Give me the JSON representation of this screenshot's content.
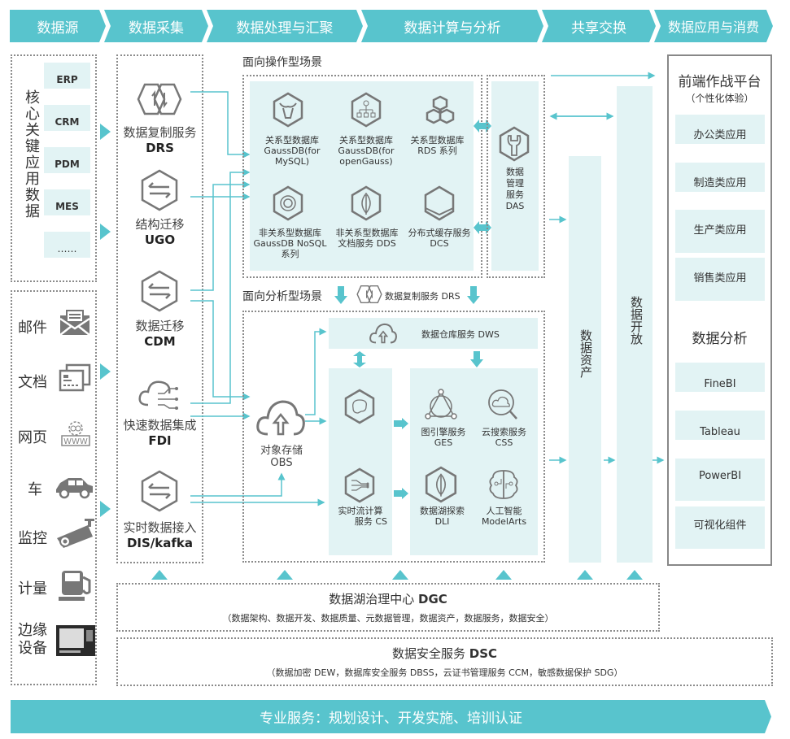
{
  "header": {
    "stages": [
      "数据源",
      "数据采集",
      "数据处理与汇聚",
      "数据计算与分析",
      "共享交换",
      "数据应用与消费"
    ]
  },
  "data_sources": {
    "core_apps": {
      "title": "核心关键应用数据",
      "items": [
        "ERP",
        "CRM",
        "PDM",
        "MES",
        "……"
      ]
    },
    "other_sources": [
      {
        "label": "邮件",
        "icon": "mail-icon"
      },
      {
        "label": "文档",
        "icon": "document-icon"
      },
      {
        "label": "网页",
        "icon": "web-page-icon"
      },
      {
        "label": "车",
        "icon": "car-icon"
      },
      {
        "label": "监控",
        "icon": "surveillance-camera-icon"
      },
      {
        "label": "计量",
        "icon": "fuel-meter-icon"
      },
      {
        "label": "边缘设备",
        "icon": "edge-device-icon"
      }
    ]
  },
  "collection": {
    "services": [
      {
        "name": "数据复制服务",
        "code": "DRS",
        "icon": "replication-icon"
      },
      {
        "name": "结构迁移",
        "code": "UGO",
        "icon": "migration-icon"
      },
      {
        "name": "数据迁移",
        "code": "CDM",
        "icon": "migration-icon"
      },
      {
        "name": "快速数据集成",
        "code": "FDI",
        "icon": "cloud-integration-icon"
      },
      {
        "name": "实时数据接入",
        "code": "DIS/kafka",
        "icon": "migration-icon"
      }
    ]
  },
  "operational": {
    "title": "面向操作型场景",
    "databases": [
      {
        "line1": "关系型数据库",
        "line2": "GaussDB(for",
        "line3": "MySQL)",
        "icon": "bull-icon"
      },
      {
        "line1": "关系型数据库",
        "line2": "GaussDB(for",
        "line3": "openGauss)",
        "icon": "hierarchy-icon"
      },
      {
        "line1": "关系型数据库",
        "line2": "RDS 系列",
        "line3": "",
        "icon": "hexagons-icon"
      },
      {
        "line1": "非关系型数据库",
        "line2": "GaussDB NoSQL",
        "line3": "系列",
        "icon": "spiral-icon"
      },
      {
        "line1": "非关系型数据库",
        "line2": "文档服务 DDS",
        "line3": "",
        "icon": "leaf-icon"
      },
      {
        "line1": "分布式缓存服务",
        "line2": "DCS",
        "line3": "",
        "icon": "cache-icon"
      }
    ],
    "das": {
      "lines": [
        "数据",
        "管理",
        "服务",
        "DAS"
      ],
      "icon": "wrench-icon"
    }
  },
  "analytical": {
    "title": "面向分析型场景",
    "drs_label": "数据复制服务 DRS",
    "obs": {
      "name": "对象存储",
      "code": "OBS"
    },
    "dws": "数据仓库服务 DWS",
    "cs": {
      "line1": "实时流计算",
      "line2": "服务  CS"
    },
    "engines": [
      {
        "name": "图引擎服务",
        "code": "GES",
        "icon": "graph-engine-icon"
      },
      {
        "name": "云搜索服务",
        "code": "CSS",
        "icon": "cloud-search-icon"
      },
      {
        "name": "数据湖探索",
        "code": "DLI",
        "icon": "leaf-icon"
      },
      {
        "name": "人工智能",
        "code": "ModelArts",
        "icon": "ai-brain-icon"
      }
    ]
  },
  "exchange": {
    "assets": "数据资产",
    "open": "数据开放"
  },
  "frontend": {
    "title": "前端作战平台",
    "subtitle": "（个性化体验）",
    "apps": [
      "办公类应用",
      "制造类应用",
      "生产类应用",
      "销售类应用"
    ],
    "analysis_title": "数据分析",
    "tools": [
      "FineBI",
      "Tableau",
      "PowerBI",
      "可视化组件"
    ]
  },
  "governance": {
    "title": "数据湖治理中心",
    "code": "DGC",
    "detail": "（数据架构、数据开发、数据质量、元数据管理，数据资产，数据服务，数据安全）"
  },
  "security": {
    "title": "数据安全服务",
    "code": "DSC",
    "detail": "（数据加密 DEW，数据库安全服务 DBSS，云证书管理服务 CCM，敏感数据保护 SDG）"
  },
  "footer": "专业服务：规划设计、开发实施、培训认证",
  "colors": {
    "accent": "#58c4cd",
    "panel": "#e2f3f4",
    "border": "#8a8a8a"
  }
}
